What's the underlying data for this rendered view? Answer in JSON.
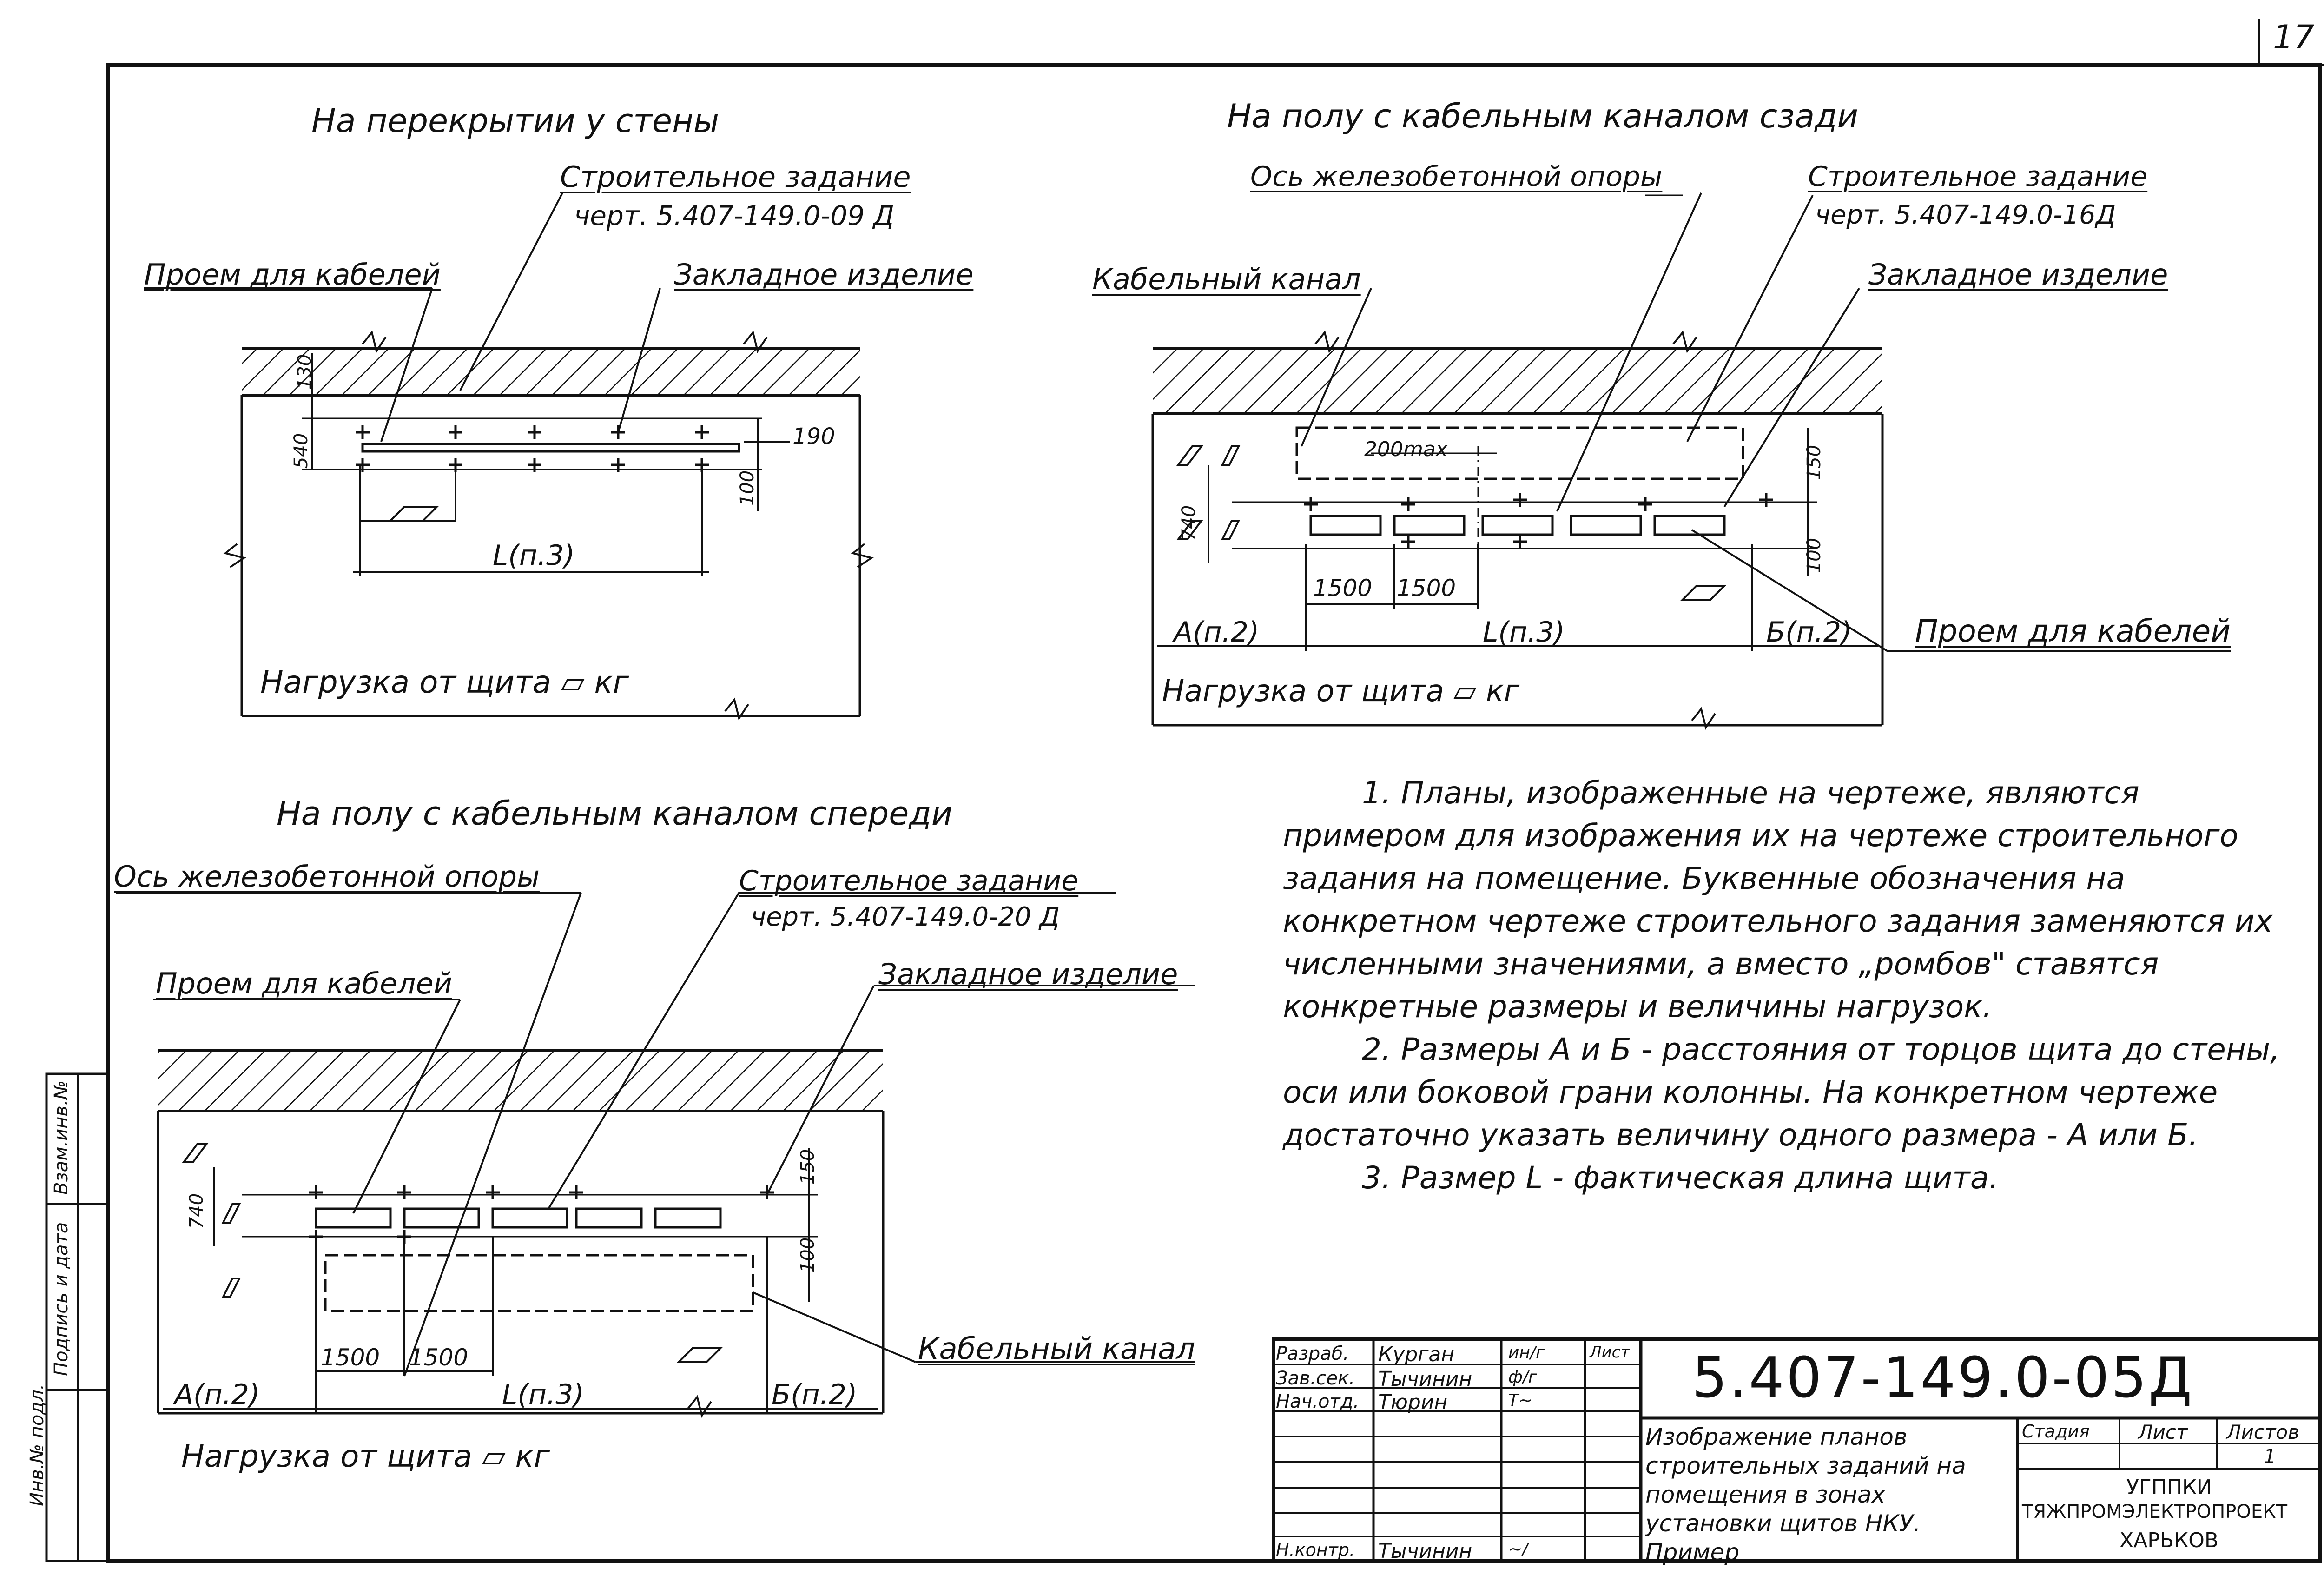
{
  "page_number": "17",
  "plan_1": {
    "title": "На перекрытии у стены",
    "task_label_1": "Строительное задание",
    "task_label_2": "черт. 5.407-149.0-09 Д",
    "opening_label": "Проем для кабелей",
    "embedded_label": "Закладное изделие",
    "dim_130": "130",
    "dim_540": "540",
    "dim_190": "190",
    "dim_100": "100",
    "dim_L": "L(п.3)",
    "load_label": "Нагрузка от щита ▱ кг"
  },
  "plan_2": {
    "title": "На полу с кабельным каналом сзади",
    "axis_label": "Ось железобетонной опоры",
    "task_label_1": "Строительное задание",
    "task_label_2": "черт. 5.407-149.0-16Д",
    "channel_label": "Кабельный канал",
    "embedded_label": "Закладное изделие",
    "dim_200max": "200max",
    "dim_150": "150",
    "dim_740": "740",
    "dim_100": "100",
    "dim_1500_a": "1500",
    "dim_1500_b": "1500",
    "dim_A": "А(п.2)",
    "dim_L": "L(п.3)",
    "dim_B": "Б(п.2)",
    "opening_label": "Проем для кабелей",
    "load_label": "Нагрузка от щита ▱ кг"
  },
  "plan_3": {
    "title": "На полу с кабельным каналом спереди",
    "axis_label": "Ось железобетонной опоры",
    "task_label_1": "Строительное задание",
    "task_label_2": "черт. 5.407-149.0-20 Д",
    "opening_label": "Проем для кабелей",
    "embedded_label": "Закладное изделие",
    "dim_740": "740",
    "dim_150": "150",
    "dim_100": "100",
    "dim_1500_a": "1500",
    "dim_1500_b": "1500",
    "dim_A": "А(п.2)",
    "dim_L": "L(п.3)",
    "dim_B": "Б(п.2)",
    "channel_label": "Кабельный канал",
    "load_label": "Нагрузка от щита ▱ кг"
  },
  "notes": [
    "1. Планы, изображенные на чертеже, являются примером для изображения их на чертеже строительного задания на помещение. Буквенные обозначения на конкретном чертеже строительного задания заменяются их численными значениями, а вместо „ромбов\" ставятся конкретные размеры и величины нагрузок.",
    "2. Размеры А и Б - расстояния от торцов щита до стены, оси или боковой грани колонны. На конкретном чертеже достаточно указать величину одного размера - А или Б.",
    "3. Размер L - фактическая длина щита."
  ],
  "side_stamp": {
    "col1": "Инв.№ подл.",
    "col2": "Подпись и дата",
    "col3": "Взам.инв.№"
  },
  "title_block": {
    "document_code": "5.407-149.0-05Д",
    "rows": [
      {
        "role": "Разраб.",
        "name": "Курган",
        "sign": "ин/г"
      },
      {
        "role": "Зав.сек.",
        "name": "Тычинин",
        "sign": "ф/г"
      },
      {
        "role": "Нач.отд.",
        "name": "Тюрин",
        "sign": "Т~"
      }
    ],
    "sheet_col": "Лист",
    "control_role": "Н.контр.",
    "control_name": "Тычинин",
    "control_sign": "~/",
    "title_text": "Изображение планов строительных заданий на помещения в зонах установки щитов НКУ. Пример",
    "stage_label": "Стадия",
    "list_label": "Лист",
    "sheets_label": "Листов",
    "sheets_value": "1",
    "org_1": "УГППКИ",
    "org_2": "ТЯЖПРОМЭЛЕКТРОПРОЕКТ",
    "org_3": "ХАРЬКОВ"
  }
}
